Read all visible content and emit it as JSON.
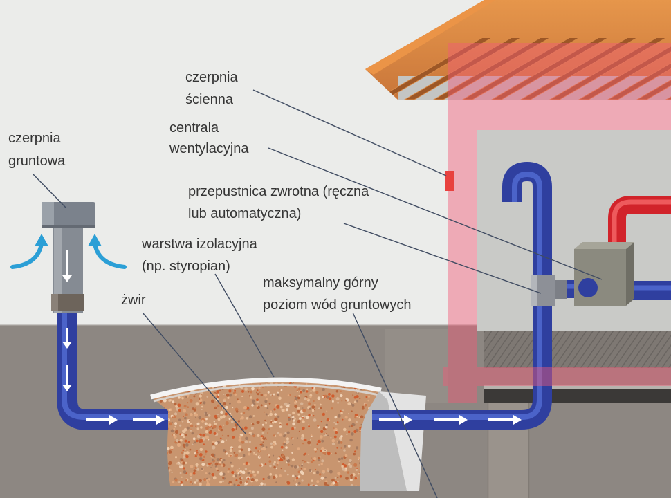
{
  "labels": {
    "wall_intake": {
      "line1": "czerpnia",
      "line2": "ścienna"
    },
    "ventilation_unit": {
      "line1": "centrala",
      "line2": "wentylacyjna"
    },
    "check_damper": {
      "line1": "przepustnica zwrotna (ręczna",
      "line2": "lub automatyczna)"
    },
    "ground_intake": {
      "line1": "czerpnia",
      "line2": "gruntowa"
    },
    "insulation_layer": {
      "line1": "warstwa izolacyjna",
      "line2": "(np. styropian)"
    },
    "gravel": {
      "line1": "żwir"
    },
    "groundwater_level": {
      "line1": "maksymalny górny",
      "line2": "poziom wód gruntowych"
    }
  },
  "colors": {
    "air_pipe": "#2f3f9f",
    "air_pipe_highlight": "#4b63c9",
    "warm_air_pipe": "#d1232a",
    "warm_air_pipe_highlight": "#ee5a5c",
    "wall_intake_marker": "#e8413e",
    "airflow_arrow": "#2b9fd6",
    "house_frame": "#f25b78"
  }
}
